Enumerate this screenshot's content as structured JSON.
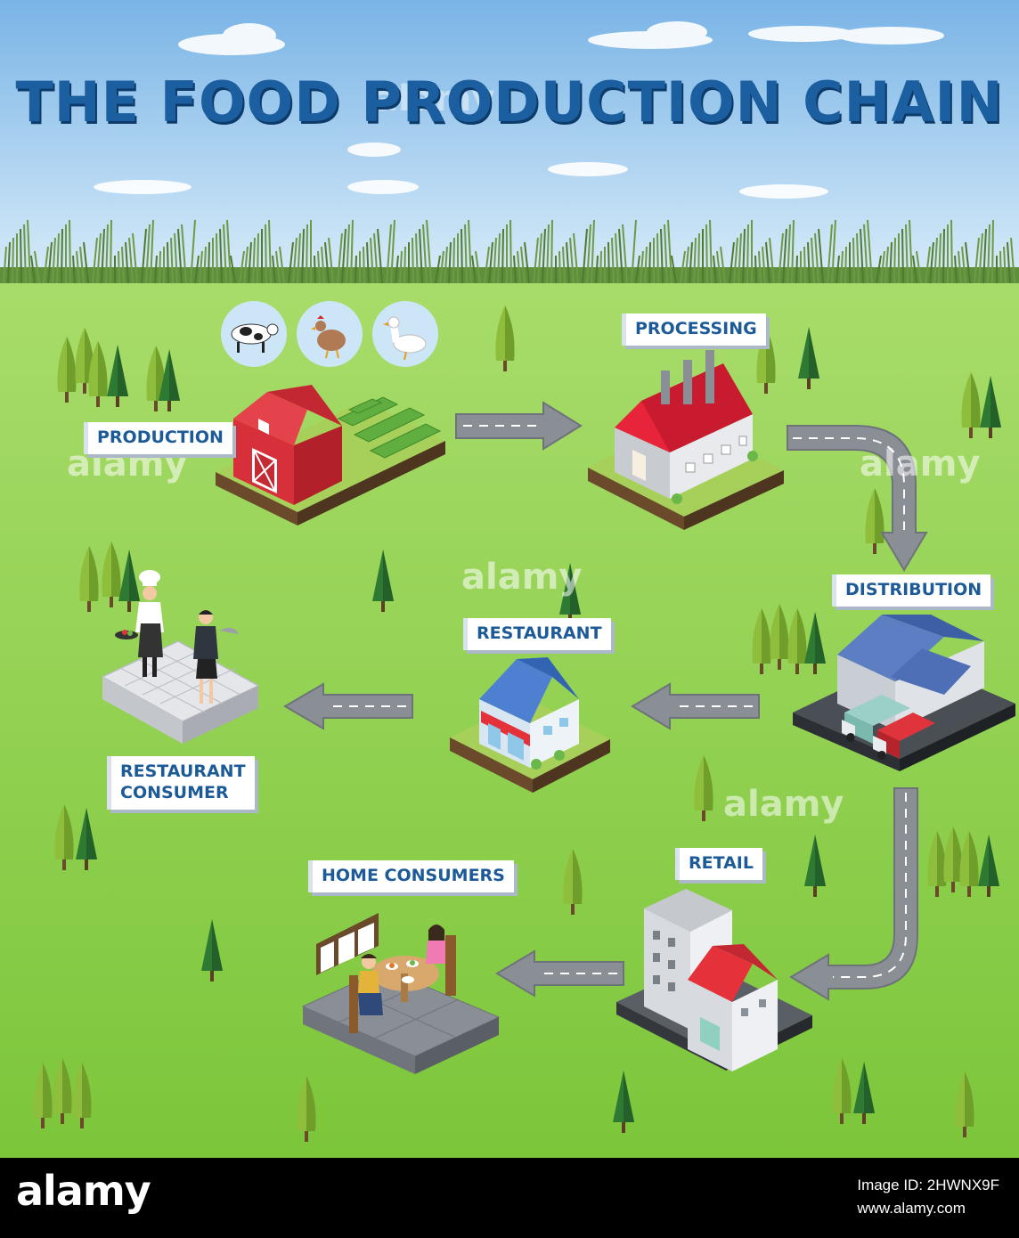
{
  "title": "THE FOOD PRODUCTION CHAIN",
  "stages": [
    {
      "id": "production",
      "label": "PRODUCTION"
    },
    {
      "id": "processing",
      "label": "PROCESSING"
    },
    {
      "id": "distribution",
      "label": "DISTRIBUTION"
    },
    {
      "id": "restaurant",
      "label": "RESTAURANT"
    },
    {
      "id": "restaurant-consumer",
      "label_line1": "RESTAURANT",
      "label_line2": "CONSUMER"
    },
    {
      "id": "retail",
      "label": "RETAIL"
    },
    {
      "id": "home-consumers",
      "label": "HOME CONSUMERS"
    }
  ],
  "animals": [
    "cow-icon",
    "chicken-icon",
    "duck-icon"
  ],
  "watermark": "alamy",
  "footer": {
    "brand": "alamy",
    "image_id": "Image ID: 2HWNX9F",
    "site": "www.alamy.com"
  },
  "colors": {
    "sky_top": "#7fb8e8",
    "grass": "#8fd14f",
    "title": "#1b5fa0",
    "road": "#8a8f96",
    "barn": "#d7303a",
    "roof_red": "#e0243a",
    "roof_blue": "#3d6fc2"
  }
}
